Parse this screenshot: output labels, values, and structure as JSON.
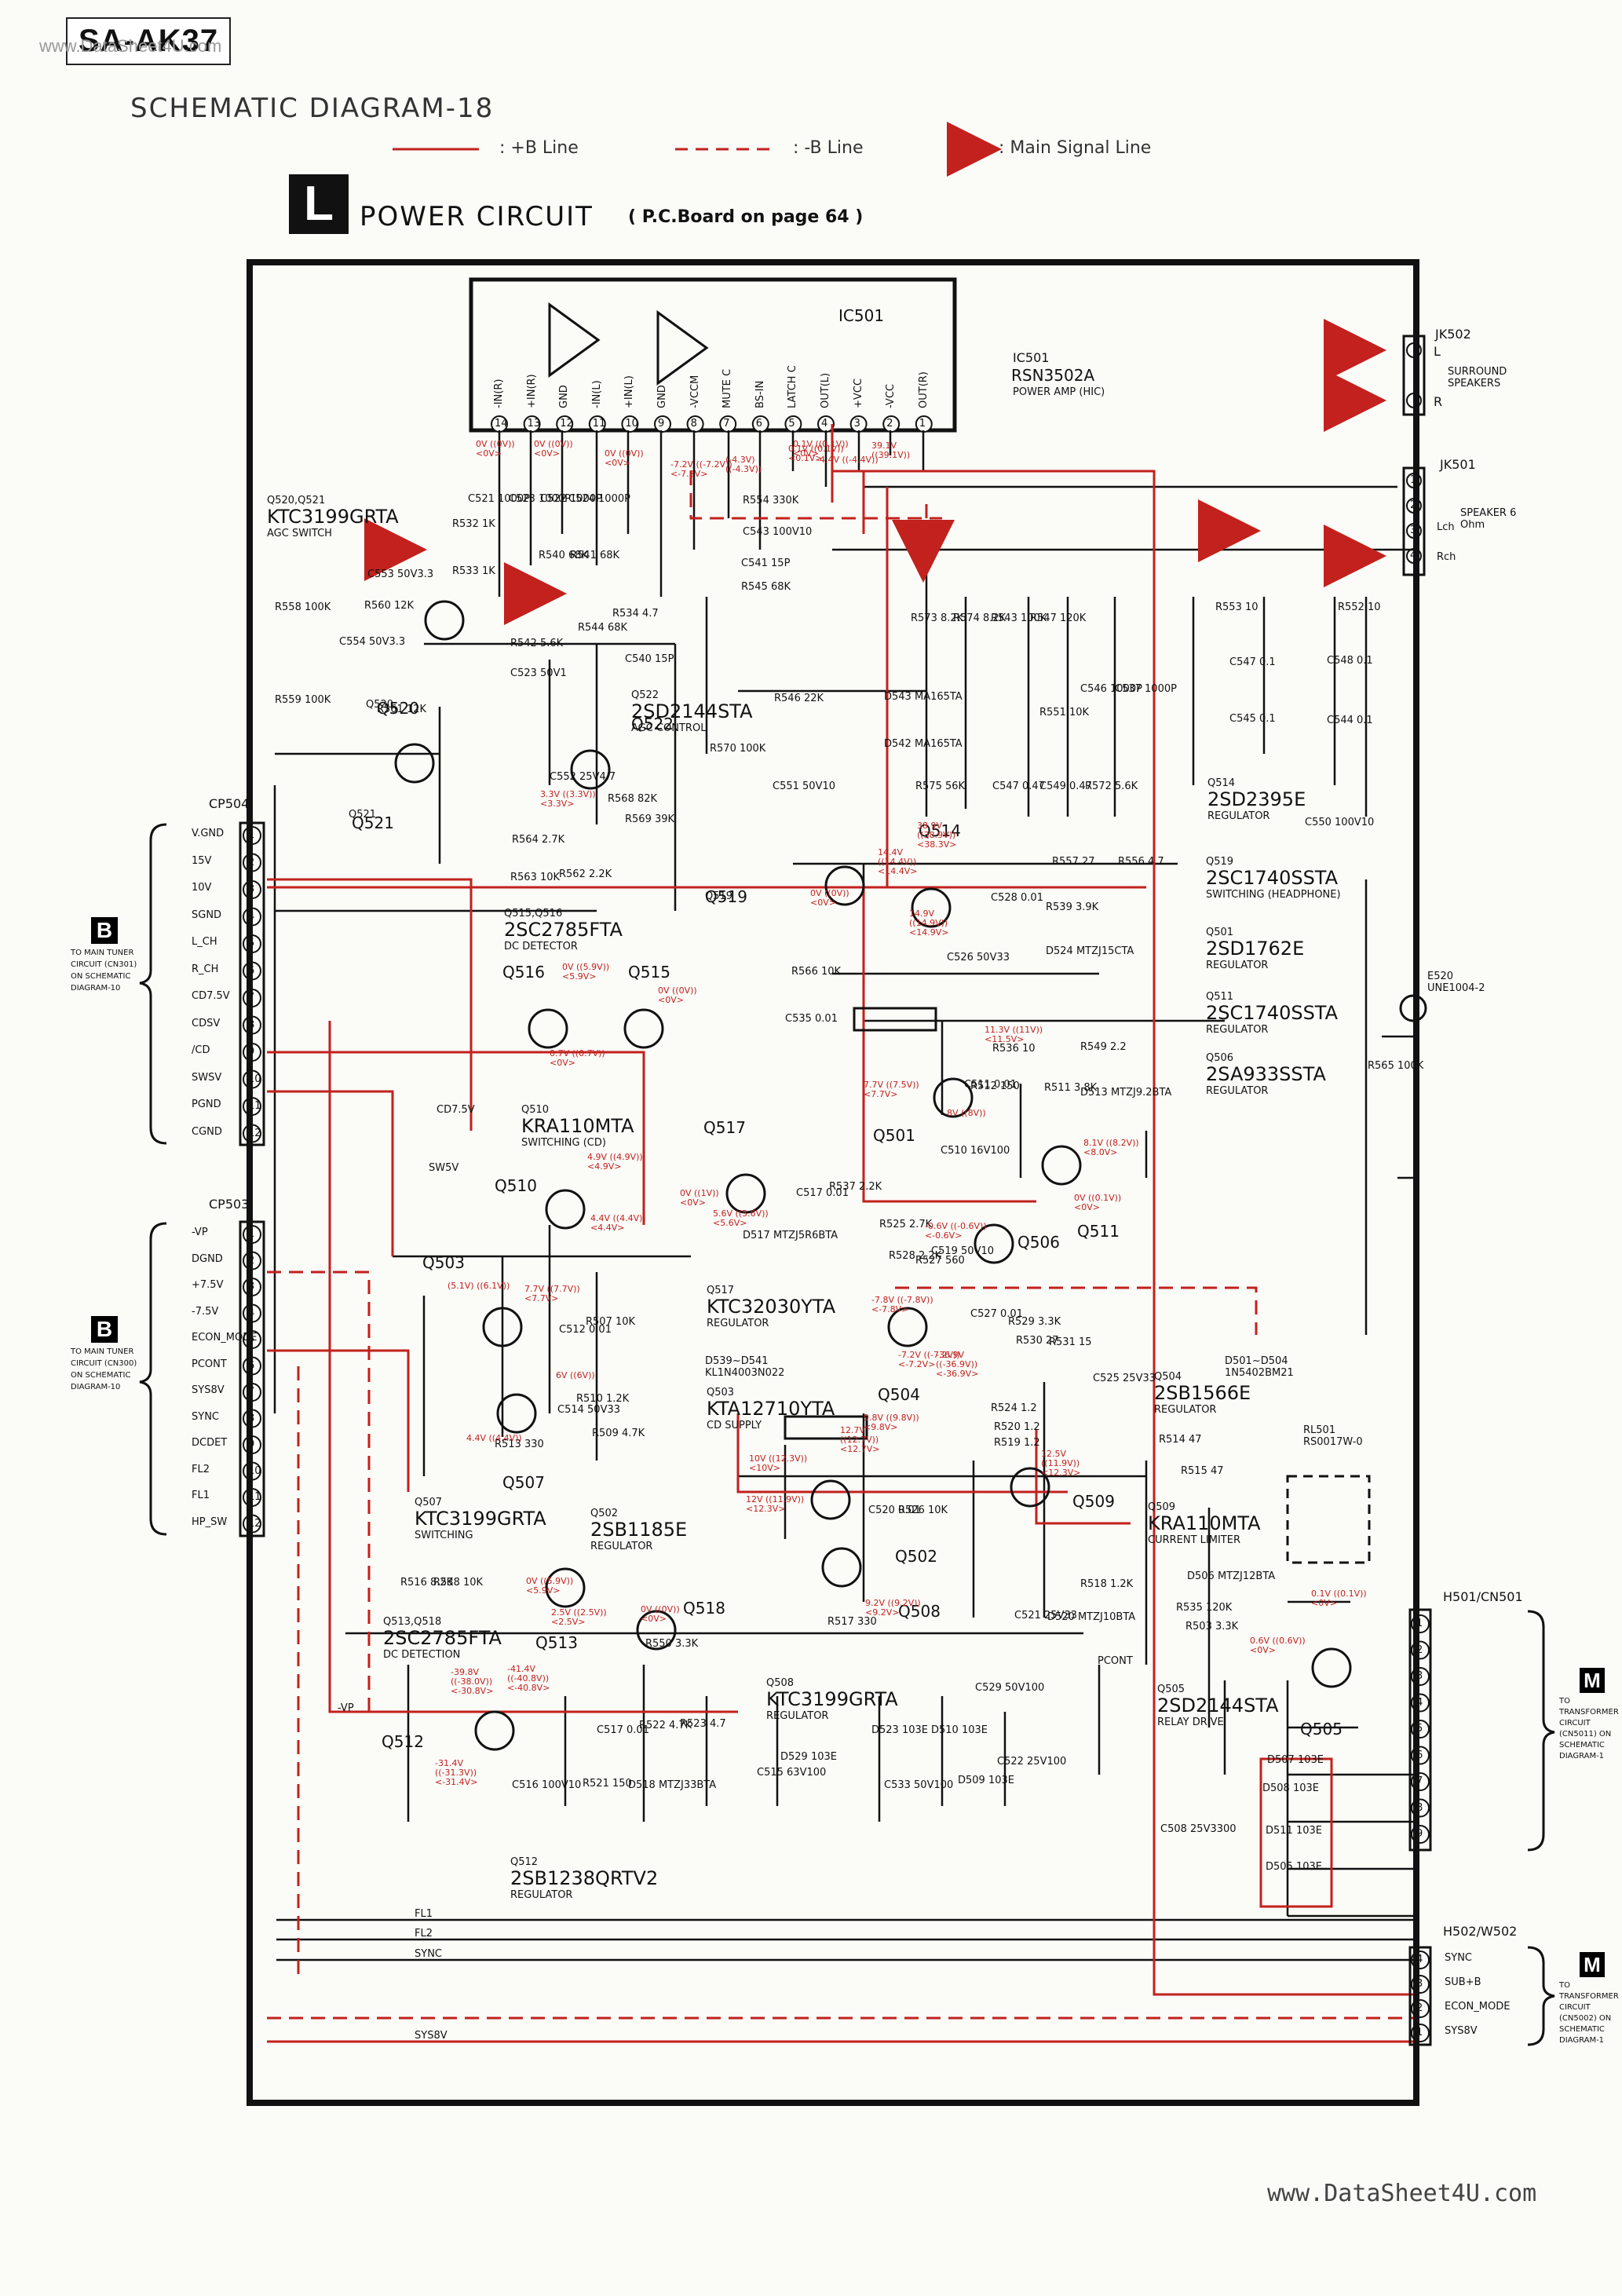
{
  "header": {
    "model": "SA-AK37",
    "watermark_top": "www.DataSheet4U.com",
    "watermark_bottom": "www.DataSheet4U.com",
    "title": "SCHEMATIC DIAGRAM-18"
  },
  "legend": [
    {
      "label": ": +B Line",
      "color": "#c2211d",
      "style": "solid"
    },
    {
      "label": ": -B Line",
      "color": "#c2211d",
      "style": "dashed"
    },
    {
      "label": ": Main Signal Line",
      "color": "#c2211d",
      "style": "arrow"
    }
  ],
  "section": {
    "letter": "L",
    "title": "POWER CIRCUIT",
    "pcb_ref": "( P.C.Board on page 64 )"
  },
  "ic501": {
    "name": "IC501",
    "part": "RSN3502A",
    "desc": "POWER AMP (HIC)",
    "pins": [
      "14",
      "13",
      "12",
      "11",
      "10",
      "9",
      "8",
      "7",
      "6",
      "5",
      "4",
      "3",
      "2",
      "1"
    ],
    "pin_names": [
      "-IN(R)",
      "+IN(R)",
      "GND",
      "-IN(L)",
      "+IN(L)",
      "GND",
      "-VCCM",
      "MUTE C",
      "BS-IN",
      "LATCH C",
      "OUT(L)",
      "+VCC",
      "-VCC",
      "OUT(R)"
    ]
  },
  "components": [
    {
      "ref": "Q520,Q521",
      "part": "KTC3199GRTA",
      "desc": "AGC SWITCH"
    },
    {
      "ref": "Q520",
      "part": "",
      "desc": ""
    },
    {
      "ref": "Q521",
      "part": "",
      "desc": ""
    },
    {
      "ref": "Q522",
      "part": "2SD2144STA",
      "desc": "AGC CONTROL"
    },
    {
      "ref": "Q515,Q516",
      "part": "2SC2785FTA",
      "desc": "DC DETECTOR"
    },
    {
      "ref": "Q519",
      "part": "",
      "desc": ""
    },
    {
      "ref": "Q514",
      "part": "2SD2395E",
      "desc": "REGULATOR"
    },
    {
      "ref": "Q519",
      "part": "2SC1740SSTA",
      "desc": "SWITCHING (HEADPHONE)"
    },
    {
      "ref": "Q501",
      "part": "2SD1762E",
      "desc": "REGULATOR"
    },
    {
      "ref": "Q511",
      "part": "2SC1740SSTA",
      "desc": "REGULATOR"
    },
    {
      "ref": "Q506",
      "part": "2SA933SSTA",
      "desc": "REGULATOR"
    },
    {
      "ref": "Q510",
      "part": "KRA110MTA",
      "desc": "SWITCHING (CD)"
    },
    {
      "ref": "Q517",
      "part": "KTC32030YTA",
      "desc": "REGULATOR"
    },
    {
      "ref": "Q503",
      "part": "KTA12710YTA",
      "desc": "CD SUPPLY"
    },
    {
      "ref": "Q504",
      "part": "2SB1566E",
      "desc": "REGULATOR"
    },
    {
      "ref": "Q507",
      "part": "KTC3199GRTA",
      "desc": "SWITCHING"
    },
    {
      "ref": "Q502",
      "part": "2SB1185E",
      "desc": "REGULATOR"
    },
    {
      "ref": "Q509",
      "part": "KRA110MTA",
      "desc": "CURRENT LIMITER"
    },
    {
      "ref": "Q513,Q518",
      "part": "2SC2785FTA",
      "desc": "DC DETECTION"
    },
    {
      "ref": "Q508",
      "part": "KTC3199GRTA",
      "desc": "REGULATOR"
    },
    {
      "ref": "Q505",
      "part": "2SD2144STA",
      "desc": "RELAY DRIVE"
    },
    {
      "ref": "Q512",
      "part": "2SB1238QRTV2",
      "desc": "REGULATOR"
    }
  ],
  "left_connectors": {
    "cp504": {
      "ref": "CP504",
      "pins": [
        "V.GND",
        "15V",
        "10V",
        "SGND",
        "L_CH",
        "R_CH",
        "CD7.5V",
        "CDSV",
        "/CD",
        "SWSV",
        "PGND",
        "CGND"
      ],
      "target_letter": "B",
      "target_text": "TO MAIN TUNER CIRCUIT (CN301) ON SCHEMATIC DIAGRAM-10"
    },
    "cp503": {
      "ref": "CP503",
      "pins": [
        "-VP",
        "DGND",
        "+7.5V",
        "-7.5V",
        "ECON_MODE",
        "PCONT",
        "SYS8V",
        "SYNC",
        "DCDET",
        "FL2",
        "FL1",
        "HP_SW"
      ],
      "target_letter": "B",
      "target_text": "TO MAIN TUNER CIRCUIT (CN300) ON SCHEMATIC DIAGRAM-10"
    }
  },
  "right_connectors": {
    "jk502": {
      "ref": "JK502",
      "text": "SURROUND SPEAKERS",
      "pins": [
        "L",
        "R"
      ]
    },
    "jk501": {
      "ref": "JK501",
      "text": "SPEAKER 6 Ohm",
      "pins": [
        "1",
        "2",
        "3",
        "4"
      ],
      "sides": [
        "Lch",
        "Rch"
      ]
    },
    "h501": {
      "ref": "H501/CN501",
      "pins": [
        "1",
        "2",
        "3",
        "4",
        "5",
        "6",
        "7",
        "8",
        "9"
      ],
      "target_letter": "M",
      "target_text": "TO TRANSFORMER CIRCUIT (CN5011) ON SCHEMATIC DIAGRAM-1"
    },
    "h502": {
      "ref": "H502/W502",
      "pins": [
        "4",
        "3",
        "2",
        "1"
      ],
      "names": [
        "SYNC",
        "SUB+B",
        "ECON_MODE",
        "SYS8V"
      ],
      "target_letter": "M",
      "target_text": "TO TRANSFORMER CIRCUIT (CN5002) ON SCHEMATIC DIAGRAM-1"
    }
  },
  "bottom_nets": [
    "FL1",
    "FL2",
    "SYNC",
    "SYS8V"
  ],
  "misc_labels": {
    "e520": "E520 UNE1004-2",
    "rl501": "RL501 RS0017W-0",
    "d501_504": "D501~D504 1N5402BM21",
    "d539_541": "D539~D541 KL1N4003N022",
    "pcont": "PCONT",
    "sw5v": "SW5V",
    "cd75": "CD7.5V",
    "vp": "-VP"
  },
  "parts_text": [
    "R532 1K",
    "R533 1K",
    "C553 50V3.3",
    "R560 12K",
    "R558 100K",
    "C554 50V3.3",
    "R559 100K",
    "R561 12K",
    "C521 1000P",
    "C523 1000P",
    "C522 1000P",
    "C524 1000P",
    "R540 68K",
    "R541 68K",
    "R542 5.6K",
    "C523 50V1",
    "R544 68K",
    "R534 4.7",
    "C540 15P",
    "R554 330K",
    "C543 100V10",
    "C541 15P",
    "R545 68K",
    "R546 22K",
    "R570 100K",
    "C551 50V10",
    "D543 MA165TA",
    "D542 MA165TA",
    "R573 8.2K",
    "R574 8.2K",
    "R543 100K",
    "R547 120K",
    "R551 10K",
    "C546 1000P",
    "C537 1000P",
    "C547 0.47",
    "C549 0.47",
    "R572 5.6K",
    "R575 56K",
    "R553 10",
    "R552 10",
    "C547 0.1",
    "C548 0.1",
    "C545 0.1",
    "C544 0.1",
    "C550 100V10",
    "R557 27",
    "R556 4.7",
    "C528 0.01",
    "R539 3.9K",
    "C526 50V33",
    "D524 MTZJ15CTA",
    "R563 10K",
    "C552 25V4.7",
    "R568 82K",
    "R569 39K",
    "R564 2.7K",
    "R562 2.2K",
    "R566 10K",
    "C535 0.01",
    "R536 10",
    "R549 2.2",
    "R565 100K",
    "C511 0.01",
    "R511 3.8K",
    "D513 MTZJ9.2BTA",
    "C510 16V100",
    "R512 150",
    "R537 2.2K",
    "C517 0.01",
    "D517 MTZJ5R6BTA",
    "R525 2.7K",
    "R528 2.2K",
    "R527 560",
    "C519 50V10",
    "R507 10K",
    "C512 0.01",
    "R510 1.2K",
    "C514 50V33",
    "R509 4.7K",
    "R513 330",
    "R529 3.3K",
    "C527 0.01",
    "R531 15",
    "R530 27",
    "C525 25V33",
    "R524 1.2",
    "R520 1.2",
    "R519 1.2",
    "R514 47",
    "R515 47",
    "R516 8.2K",
    "R538 10K",
    "C520 0.01",
    "R526 10K",
    "R517 330",
    "R518 1.2K",
    "C521 25V33",
    "D520 MTZJ10BTA",
    "R535 120K",
    "D506 MTZJ12BTA",
    "R503 3.3K",
    "R550 3.3K",
    "C529 50V100",
    "D523 103E",
    "D510 103E",
    "D529 103E",
    "C515 63V100",
    "C533 50V100",
    "D509 103E",
    "C522 25V100",
    "C516 100V10",
    "R521 150",
    "D518 MTZJ33BTA",
    "C517 0.01",
    "R522 4.7K",
    "R523 4.7",
    "D507 103E",
    "D508 103E",
    "D511 103E",
    "D505 103E",
    "C508 25V3300"
  ],
  "voltage_labels": [
    "0V ((0V)) <0V>",
    "0V ((0V)) <0V>",
    "-7.2V ((-7.2V)) <-7.2V>",
    "(-4.3V) ((-4.3V))",
    "0.1V ((0.1V)) <0.1V>",
    "39.1V ((39.1V))",
    "0V ((0V)) <0V>",
    "-4.4V ((-4.4V))",
    "0.1V ((0.1V)) <0V>",
    "14.4V ((14.4V)) <14.4V>",
    "38.9V ((38.9V)) <38.3V>",
    "14.9V ((14.9V)) <14.9V>",
    "0V ((0V)) <0V>",
    "3.3V ((3.3V)) <3.3V>",
    "0V ((5.9V)) <5.9V>",
    "0V ((0V)) <0V>",
    "11.3V ((11V)) <11.5V>",
    "7.7V ((7.5V)) <7.7V>",
    "0.7V ((0.7V)) <0V>",
    "8V ((8V))",
    "8.1V ((8.2V)) <8.0V>",
    "0V ((0.1V)) <0V>",
    "4.9V ((4.9V)) <4.9V>",
    "5.6V ((5.6V)) <5.6V>",
    "4.4V ((4.4V)) <4.4V>",
    "0V ((1V)) <0V>",
    "-0.6V ((-0.6V)) <-0.6V>",
    "-7.8V ((-7.8V)) <-7.8V>",
    "(5.1V) ((6.1V))",
    "7.7V ((7.7V)) <7.7V>",
    "6V ((6V))",
    "4.4V ((4.4V))",
    "-7.2V ((-7.2V)) <-7.2V>",
    "-36.9V ((-36.9V)) <-36.9V>",
    "12.7V ((12.7V)) <12.7V>",
    "12.5V ((11.9V)) <12.3V>",
    "12V ((11.9V)) <12.3V>",
    "10V ((12.3V)) <10V>",
    "9.8V ((9.8V)) <9.8V>",
    "9.2V ((9.2V)) <9.2V>",
    "0V ((5.9V)) <5.9V>",
    "2.5V ((2.5V)) <2.5V>",
    "0V ((0V)) <0V>",
    "0.1V ((0.1V)) <0V>",
    "0.6V ((0.6V)) <0V>",
    "-39.8V ((-38.0V)) <-30.8V>",
    "-41.4V ((-40.8V)) <-40.8V>",
    "-31.4V ((-31.3V)) <-31.4V>"
  ],
  "colors": {
    "b_line": "#c2211d",
    "wire": "#111111"
  }
}
